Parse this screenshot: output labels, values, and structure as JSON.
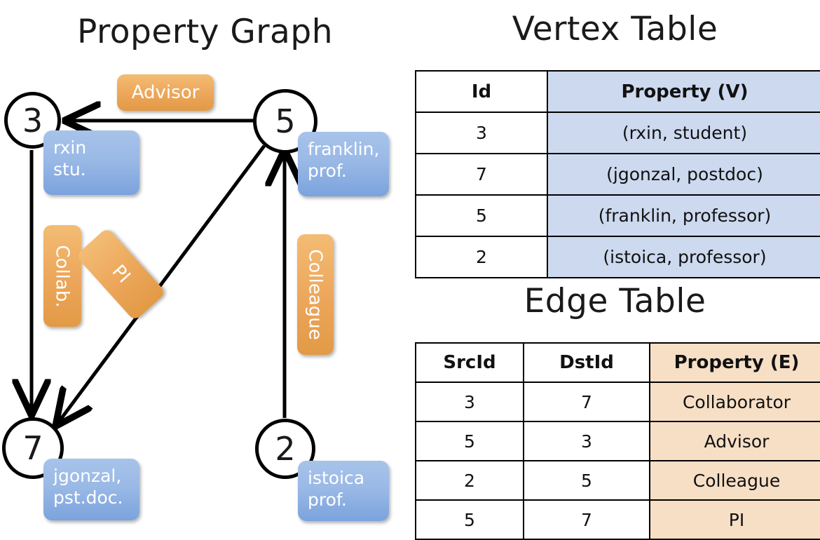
{
  "headings": {
    "property_graph": "Property Graph",
    "vertex_table": "Vertex Table",
    "edge_table": "Edge Table"
  },
  "graph": {
    "nodes": [
      {
        "id": "3",
        "label": "3",
        "property_lines": [
          "rxin",
          "stu."
        ]
      },
      {
        "id": "5",
        "label": "5",
        "property_lines": [
          "franklin,",
          "prof."
        ]
      },
      {
        "id": "7",
        "label": "7",
        "property_lines": [
          "jgonzal,",
          "pst.doc."
        ]
      },
      {
        "id": "2",
        "label": "2",
        "property_lines": [
          "istoica",
          "prof."
        ]
      }
    ],
    "edge_labels": [
      {
        "name": "advisor",
        "text": "Advisor"
      },
      {
        "name": "collab",
        "text": "Collab."
      },
      {
        "name": "pi",
        "text": "PI"
      },
      {
        "name": "colleague",
        "text": "Colleague"
      }
    ]
  },
  "vertex_table": {
    "headers": [
      "Id",
      "Property (V)"
    ],
    "rows": [
      {
        "id": "3",
        "property": "(rxin, student)"
      },
      {
        "id": "7",
        "property": "(jgonzal, postdoc)"
      },
      {
        "id": "5",
        "property": "(franklin, professor)"
      },
      {
        "id": "2",
        "property": "(istoica, professor)"
      }
    ]
  },
  "edge_table": {
    "headers": [
      "SrcId",
      "DstId",
      "Property (E)"
    ],
    "rows": [
      {
        "src": "3",
        "dst": "7",
        "property": "Collaborator"
      },
      {
        "src": "5",
        "dst": "3",
        "property": "Advisor"
      },
      {
        "src": "2",
        "dst": "5",
        "property": "Colleague"
      },
      {
        "src": "5",
        "dst": "7",
        "property": "PI"
      }
    ]
  },
  "colors": {
    "vertex_property_fill": "#ccd9ef",
    "edge_property_fill": "#f7dfc6",
    "node_box_blue": "#9ab9e6",
    "edge_label_orange": "#eca65a",
    "stroke": "#000000"
  }
}
